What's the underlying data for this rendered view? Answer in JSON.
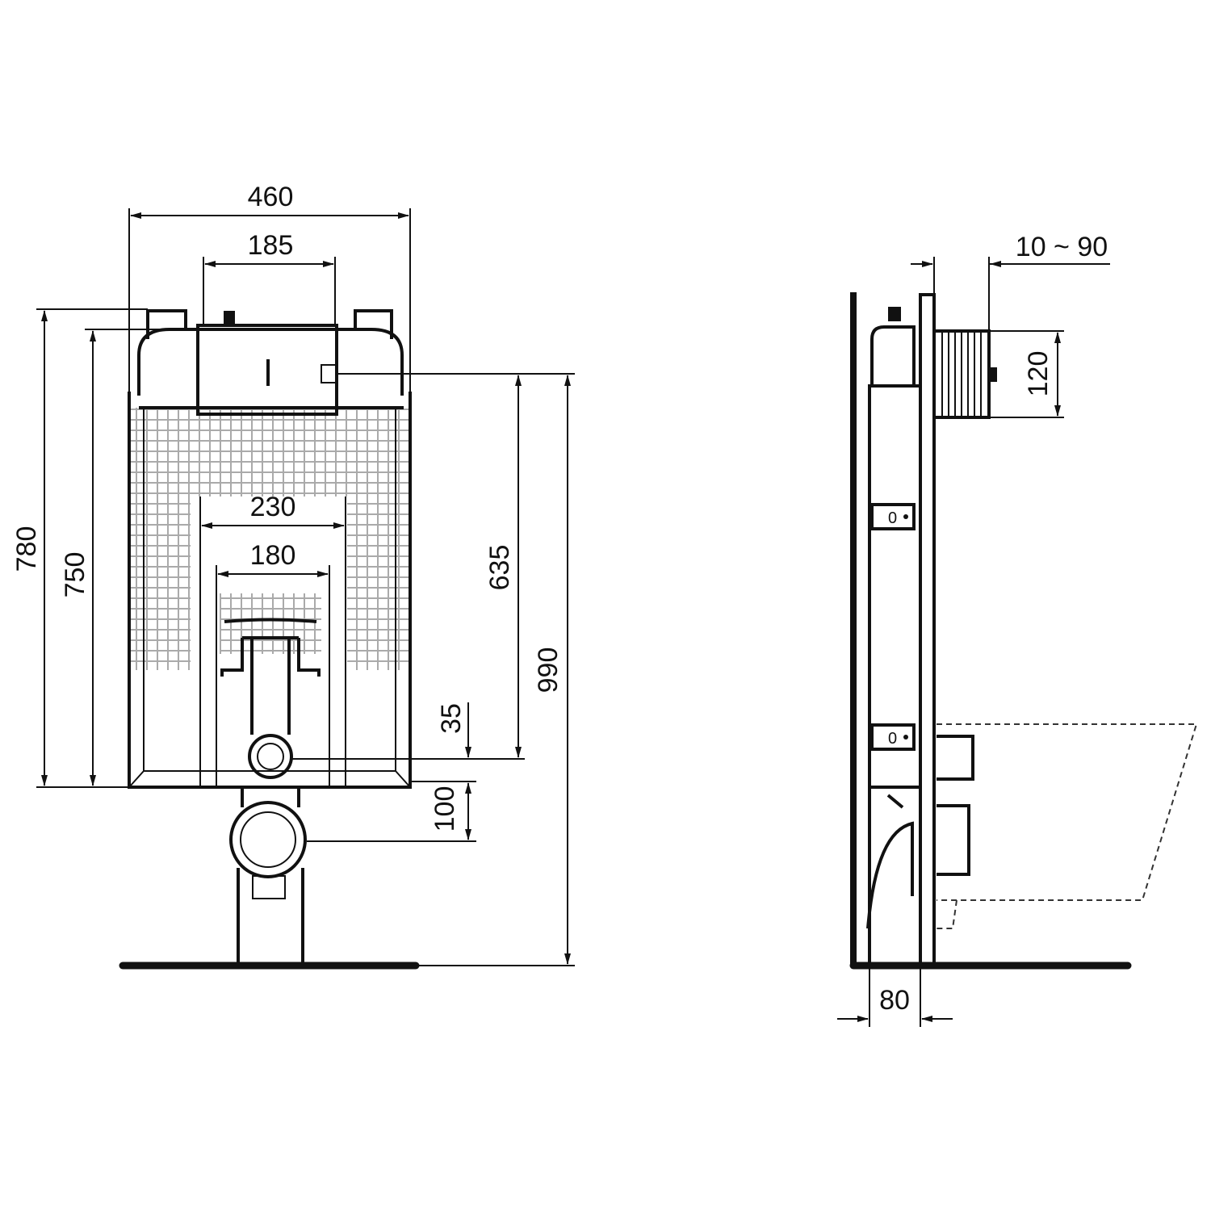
{
  "front_view": {
    "dimensions": {
      "width_total": "460",
      "width_top": "185",
      "width_inner": "230",
      "width_flush": "180",
      "height_frame": "780",
      "height_inner": "750",
      "height_actuator": "635",
      "height_total": "990",
      "offset_small": "35",
      "offset_drain": "100"
    }
  },
  "side_view": {
    "dimensions": {
      "depth_adjust": "10 ~ 90",
      "box_height": "120",
      "frame_depth": "80"
    },
    "markers": [
      "0",
      "0"
    ]
  },
  "colors": {
    "line": "#111111",
    "mesh": "#aaaaaa"
  }
}
